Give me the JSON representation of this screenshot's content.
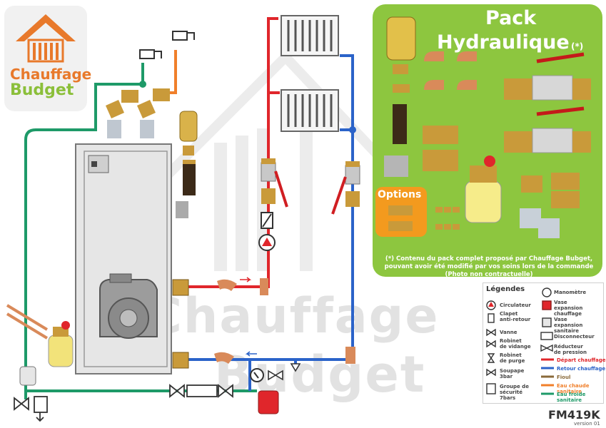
{
  "brand": {
    "line1": "Chauffage",
    "line2": "Budget"
  },
  "watermark": {
    "line1": "Chauffage",
    "line2": "Budget"
  },
  "pack": {
    "title1": "Pack",
    "title2": "Hydraulique",
    "asterisk": "(*)",
    "options_label": "Options",
    "disclaimer": "(*) Contenu du pack complet proposé par Chauffage Bubget, pouvant avoir été modifié par vos soins lors de la commande (Photo non contractuelle)"
  },
  "legend": {
    "title": "Légendes",
    "left_items": [
      "Circulateur",
      "Clapet\nanti-retour",
      "Vanne",
      "Robinet\nde vidange",
      "Robinet\nde purge",
      "Soupape\n3bar",
      "Groupe de\nsécurité\n7bars"
    ],
    "right_items": [
      "Manomètre",
      "Vase\nexpansion\nchauffage",
      "Vase\nexpansion\nsanitaire",
      "Disconnecteur",
      "Réducteur\nde pression"
    ],
    "lines": [
      {
        "label": "Départ chauffage",
        "color": "#e0262b"
      },
      {
        "label": "Retour chauffage",
        "color": "#2b63c9"
      },
      {
        "label": "Fioul",
        "color": "#8a6a3a"
      },
      {
        "label": "Eau chaude sanitaire",
        "color": "#f07f2a"
      },
      {
        "label": "Eau froide sanitaire",
        "color": "#1e9a68"
      }
    ]
  },
  "footer": {
    "model": "FM419K",
    "version": "version 01"
  },
  "colors": {
    "depart": "#e0262b",
    "retour": "#2b63c9",
    "eau_froide": "#1e9a68",
    "eau_chaude": "#f07f2a",
    "pack_bg": "#8dc63f",
    "options_bg": "#f39a1e",
    "brand_orange": "#e8792b",
    "brand_green": "#8bbf3a"
  }
}
